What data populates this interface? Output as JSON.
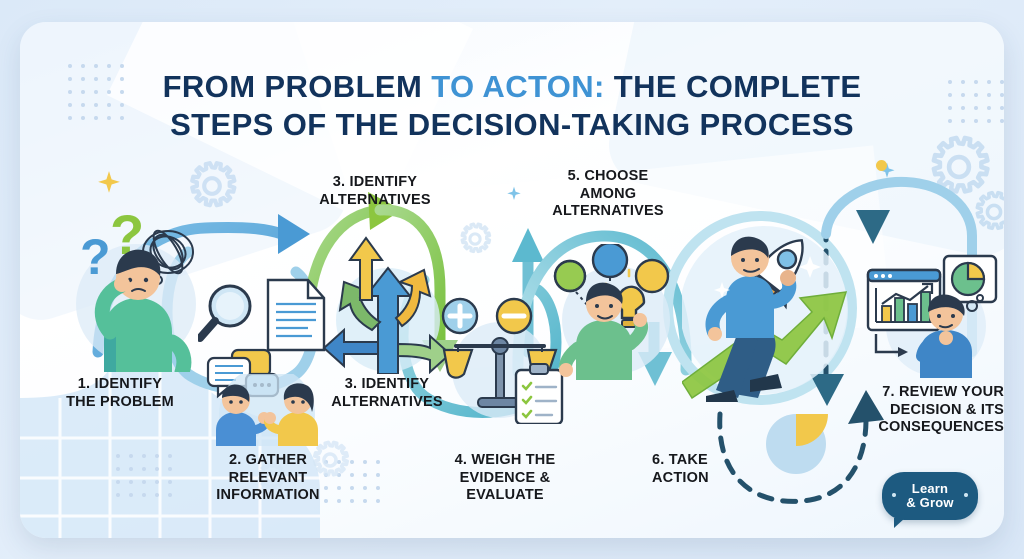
{
  "title": {
    "line1_a": "From Problem ",
    "line1_accent": "to Acton:",
    "line1_b": " The Complete",
    "line2": "Steps of the Decision-Taking Process",
    "color": "#12335c",
    "accent_color": "#3f93d4"
  },
  "steps": [
    {
      "n": "1",
      "label": "1. Identify\nthe Problem",
      "art": "confused-person-question-marks"
    },
    {
      "n": "2",
      "label": "2. Gather\nRelevant\nInformation",
      "art": "magnifier-documents-people-talking"
    },
    {
      "n": "3",
      "label": "3. Identify\nAlternatives",
      "art": "branching-arrows"
    },
    {
      "n": "3b",
      "label": "3. Identify\nAlternatives",
      "art": "branching-arrows"
    },
    {
      "n": "4",
      "label": "4. Weigh the\nEvidence &\nEvaluate",
      "art": "scales-plus-minus-checklist"
    },
    {
      "n": "5",
      "label": "5. Choose\nAmong\nAlternatives",
      "art": "person-lightbulb-options"
    },
    {
      "n": "6",
      "label": "6. Take\nAction",
      "art": "person-rocket-growth-arrow"
    },
    {
      "n": "7",
      "label": "7. Review Your\nDecision & Its\nConsequences",
      "art": "charts-thinking-person"
    }
  ],
  "badge": {
    "text": "Learn\n& Grow",
    "color": "#1d5a80"
  },
  "palette": {
    "background": "#dceaf8",
    "card": "#ffffff",
    "blue": "#4a9ad4",
    "light_blue": "#bcdcef",
    "green": "#8cc63f",
    "soft_green": "#9fd08a",
    "yellow": "#f2c84b",
    "teal": "#2f9e9e",
    "dark_navy": "#12335c",
    "gear": "#cfe2f3"
  }
}
